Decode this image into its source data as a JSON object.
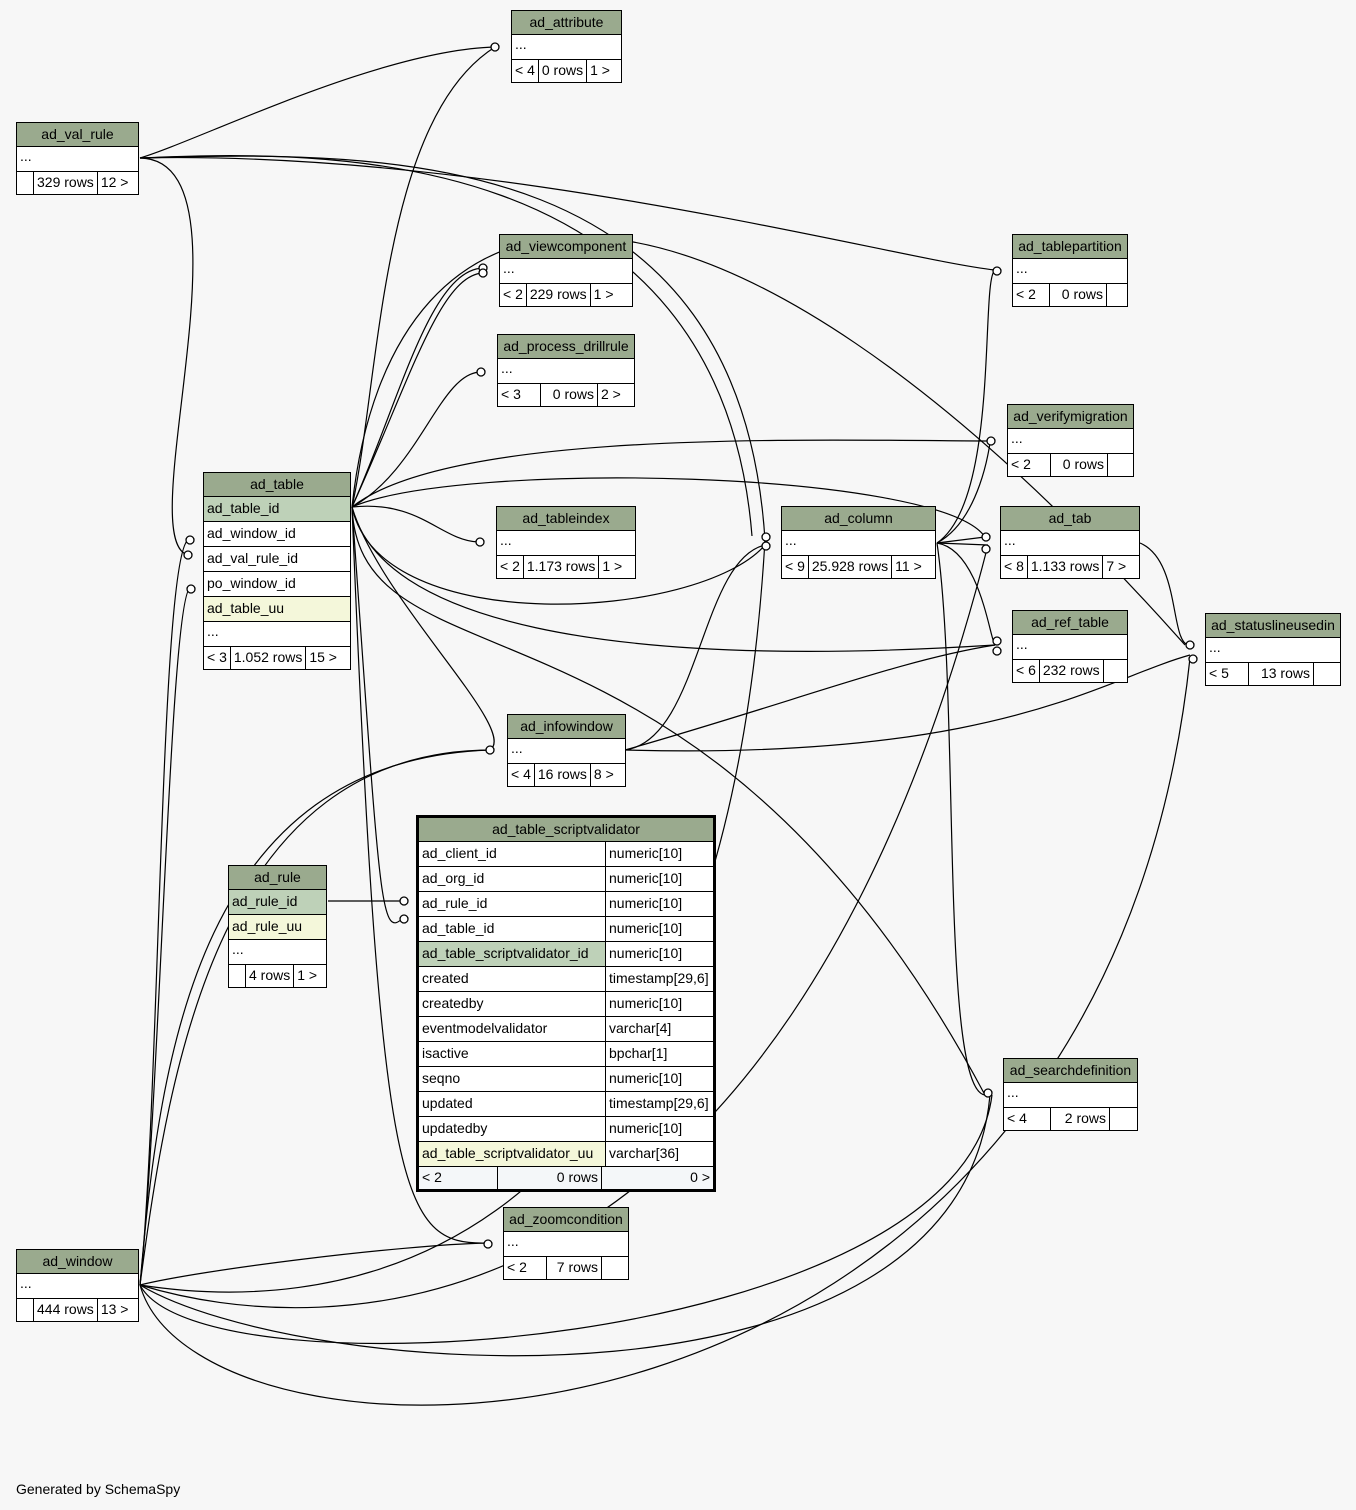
{
  "diagram": {
    "credit": "Generated by SchemaSpy",
    "tables": {
      "ad_attribute": {
        "name": "ad_attribute",
        "row": "...",
        "left": "< 4",
        "rows": "0 rows",
        "right": "1 >"
      },
      "ad_val_rule": {
        "name": "ad_val_rule",
        "row": "...",
        "left": "",
        "rows": "329 rows",
        "right": "12 >"
      },
      "ad_viewcomponent": {
        "name": "ad_viewcomponent",
        "row": "...",
        "left": "< 2",
        "rows": "229 rows",
        "right": "1 >"
      },
      "ad_tablepartition": {
        "name": "ad_tablepartition",
        "row": "...",
        "left": "< 2",
        "rows": "0 rows",
        "right": ""
      },
      "ad_process_drillrule": {
        "name": "ad_process_drillrule",
        "row": "...",
        "left": "< 3",
        "rows": "0 rows",
        "right": "2 >"
      },
      "ad_verifymigration": {
        "name": "ad_verifymigration",
        "row": "...",
        "left": "< 2",
        "rows": "0 rows",
        "right": ""
      },
      "ad_table": {
        "name": "ad_table",
        "columns": [
          "ad_table_id",
          "ad_window_id",
          "ad_val_rule_id",
          "po_window_id",
          "ad_table_uu",
          "..."
        ],
        "left": "< 3",
        "rows": "1.052 rows",
        "right": "15 >"
      },
      "ad_tableindex": {
        "name": "ad_tableindex",
        "row": "...",
        "left": "< 2",
        "rows": "1.173 rows",
        "right": "1 >"
      },
      "ad_column": {
        "name": "ad_column",
        "row": "...",
        "left": "< 9",
        "rows": "25.928 rows",
        "right": "11 >"
      },
      "ad_tab": {
        "name": "ad_tab",
        "row": "...",
        "left": "< 8",
        "rows": "1.133 rows",
        "right": "7 >"
      },
      "ad_ref_table": {
        "name": "ad_ref_table",
        "row": "...",
        "left": "< 6",
        "rows": "232 rows",
        "right": ""
      },
      "ad_statuslineusedin": {
        "name": "ad_statuslineusedin",
        "row": "...",
        "left": "< 5",
        "rows": "13 rows",
        "right": ""
      },
      "ad_infowindow": {
        "name": "ad_infowindow",
        "row": "...",
        "left": "< 4",
        "rows": "16 rows",
        "right": "8 >"
      },
      "ad_rule": {
        "name": "ad_rule",
        "columns": [
          "ad_rule_id",
          "ad_rule_uu",
          "..."
        ],
        "left": "",
        "rows": "4 rows",
        "right": "1 >"
      },
      "ad_searchdefinition": {
        "name": "ad_searchdefinition",
        "row": "...",
        "left": "< 4",
        "rows": "2 rows",
        "right": ""
      },
      "ad_zoomcondition": {
        "name": "ad_zoomcondition",
        "row": "...",
        "left": "< 2",
        "rows": "7 rows",
        "right": ""
      },
      "ad_window": {
        "name": "ad_window",
        "row": "...",
        "left": "",
        "rows": "444 rows",
        "right": "13 >"
      },
      "ad_table_scriptvalidator": {
        "name": "ad_table_scriptvalidator",
        "columns": [
          {
            "name": "ad_client_id",
            "type": "numeric[10]"
          },
          {
            "name": "ad_org_id",
            "type": "numeric[10]"
          },
          {
            "name": "ad_rule_id",
            "type": "numeric[10]"
          },
          {
            "name": "ad_table_id",
            "type": "numeric[10]"
          },
          {
            "name": "ad_table_scriptvalidator_id",
            "type": "numeric[10]"
          },
          {
            "name": "created",
            "type": "timestamp[29,6]"
          },
          {
            "name": "createdby",
            "type": "numeric[10]"
          },
          {
            "name": "eventmodelvalidator",
            "type": "varchar[4]"
          },
          {
            "name": "isactive",
            "type": "bpchar[1]"
          },
          {
            "name": "seqno",
            "type": "numeric[10]"
          },
          {
            "name": "updated",
            "type": "timestamp[29,6]"
          },
          {
            "name": "updatedby",
            "type": "numeric[10]"
          },
          {
            "name": "ad_table_scriptvalidator_uu",
            "type": "varchar[36]"
          }
        ],
        "left": "< 2",
        "rows": "0 rows",
        "right": "0 >"
      }
    },
    "colors": {
      "header": "#9aaa8e",
      "primary_key": "#bed1b8",
      "unique": "#f4f7da",
      "background": "#f7f7f7"
    }
  }
}
